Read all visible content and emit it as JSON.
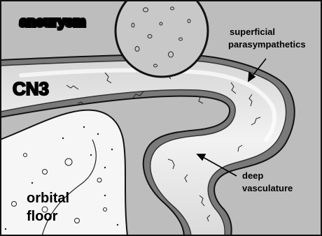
{
  "labels": {
    "aneurysm": "aneurysm",
    "cn3": "CN3",
    "superficial_line1": "superficial",
    "superficial_line2": "parasympathetics",
    "deep_line1": "deep",
    "deep_line2": "vasculature",
    "orbital_line1": "orbital",
    "orbital_line2": "floor"
  },
  "colors": {
    "background": "#bdbdbd",
    "nerve_body": "#ececec",
    "nerve_sheath": "#7a7a7a",
    "aneurysm_fill": "#c8c8c8",
    "orbital_floor": "#f4f4f4",
    "outline": "#111111"
  }
}
